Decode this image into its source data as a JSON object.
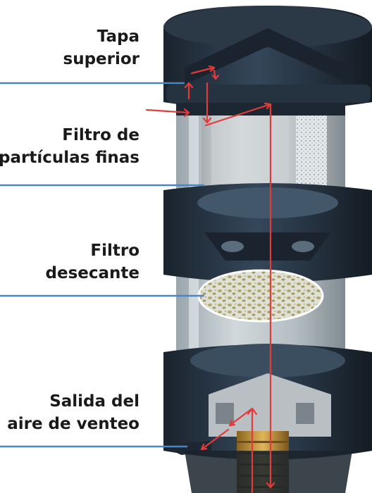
{
  "labels": {
    "tapa": [
      "Tapa",
      "superior"
    ],
    "particulas": [
      "Filtro de",
      "partículas finas"
    ],
    "desecante": [
      "Filtro",
      "desecante"
    ],
    "salida": [
      "Salida del",
      "aire de venteo"
    ]
  },
  "colors": {
    "leader_line": "#4a86c5",
    "flow_arrow": "#e23b3b",
    "housing_dark": "#1f2a36",
    "housing_mid": "#2f3d4c",
    "glass": "#b9c4c9",
    "filter_media": "#d8dcdf",
    "desiccant": "#c9c3a3",
    "brass": "#c89a3c"
  },
  "icons": [
    "flow-arrow-icon"
  ]
}
